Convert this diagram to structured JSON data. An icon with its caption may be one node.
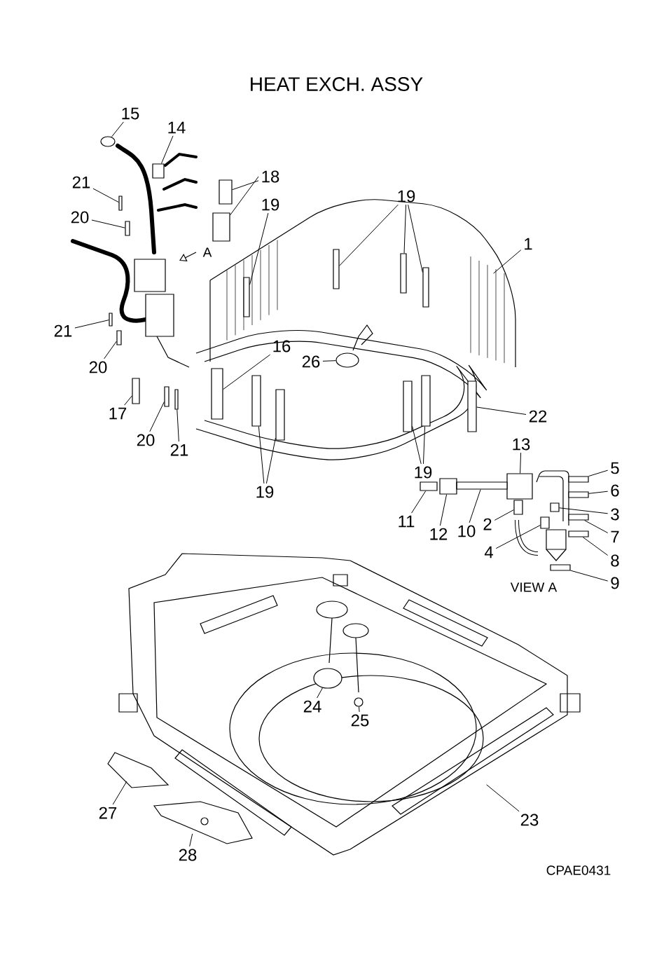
{
  "diagram": {
    "title": "HEAT EXCH. ASSY",
    "nodes": [
      {
        "text": [
          "15"
        ]
      },
      {
        "text": [
          "14"
        ]
      },
      {
        "text": [
          "18"
        ]
      },
      {
        "text": [
          "21"
        ]
      },
      {
        "text": [
          "19"
        ]
      },
      {
        "text": [
          "19"
        ]
      },
      {
        "text": [
          "20"
        ]
      },
      {
        "text": [
          "1"
        ]
      },
      {
        "text": [
          "21"
        ]
      },
      {
        "text": [
          "16"
        ]
      },
      {
        "text": [
          "26"
        ]
      },
      {
        "text": [
          "20"
        ]
      },
      {
        "text": [
          "17"
        ]
      },
      {
        "text": [
          "22"
        ]
      },
      {
        "text": [
          "20"
        ]
      },
      {
        "text": [
          "13"
        ]
      },
      {
        "text": [
          "21"
        ]
      },
      {
        "text": [
          "5"
        ]
      },
      {
        "text": [
          "19"
        ]
      },
      {
        "text": [
          "6"
        ]
      },
      {
        "text": [
          "19"
        ]
      },
      {
        "text": [
          "3"
        ]
      },
      {
        "text": [
          "11"
        ]
      },
      {
        "text": [
          "2"
        ]
      },
      {
        "text": [
          "10"
        ]
      },
      {
        "text": [
          "12"
        ]
      },
      {
        "text": [
          "7"
        ]
      },
      {
        "text": [
          "4"
        ]
      },
      {
        "text": [
          "8"
        ]
      },
      {
        "text": [
          "9"
        ]
      },
      {
        "text": [
          "24"
        ]
      },
      {
        "text": [
          "25"
        ]
      },
      {
        "text": [
          "27"
        ]
      },
      {
        "text": [
          "23"
        ]
      },
      {
        "text": [
          "28"
        ]
      },
      {
        "text": [],
        "shape": "circle"
      },
      {
        "text": [],
        "shape": "box"
      },
      {
        "text": [],
        "shape": "box"
      },
      {
        "text": [],
        "shape": "box"
      },
      {
        "text": [],
        "shape": "bar"
      },
      {
        "text": [],
        "shape": "bar"
      },
      {
        "text": [],
        "shape": "bar"
      },
      {
        "text": [],
        "shape": "bar"
      },
      {
        "text": [],
        "shape": "bar"
      },
      {
        "text": [],
        "shape": "bar"
      },
      {
        "text": [],
        "shape": "bar"
      },
      {
        "text": [],
        "shape": "box"
      },
      {
        "text": [],
        "shape": "circle"
      },
      {
        "text": [],
        "shape": "bar"
      },
      {
        "text": [],
        "shape": "box"
      },
      {
        "text": [],
        "shape": "bar"
      },
      {
        "text": [],
        "shape": "bar"
      },
      {
        "text": [],
        "shape": "box"
      },
      {
        "text": [],
        "shape": "bar"
      },
      {
        "text": [],
        "shape": "bar"
      },
      {
        "text": [],
        "shape": "bar"
      },
      {
        "text": [],
        "shape": "bar"
      },
      {
        "text": [],
        "shape": "bar"
      },
      {
        "text": [],
        "shape": "bar"
      },
      {
        "text": [],
        "shape": "bar"
      },
      {
        "text": [],
        "shape": "box"
      },
      {
        "text": [],
        "shape": "box"
      },
      {
        "text": [],
        "shape": "box"
      },
      {
        "text": [],
        "shape": "bar"
      },
      {
        "text": [],
        "shape": "box"
      },
      {
        "text": [],
        "shape": "bar"
      },
      {
        "text": [],
        "shape": "box"
      },
      {
        "text": [],
        "shape": "bar"
      },
      {
        "text": [],
        "shape": "bar"
      },
      {
        "text": [],
        "shape": "circle"
      },
      {
        "text": [],
        "shape": "circle"
      }
    ],
    "edges": [
      {
        "from": 0,
        "to": 35,
        "arrow": "none"
      },
      {
        "from": 1,
        "to": 36,
        "arrow": "none"
      },
      {
        "from": 2,
        "to": 37,
        "arrow": "none"
      },
      {
        "from": 2,
        "to": 38,
        "arrow": "none"
      },
      {
        "from": 3,
        "to": 39,
        "arrow": "none"
      },
      {
        "from": 4,
        "to": 40,
        "arrow": "none"
      },
      {
        "from": 5,
        "to": 41,
        "arrow": "none"
      },
      {
        "from": 5,
        "to": 42,
        "arrow": "none"
      },
      {
        "from": 5,
        "to": 43,
        "arrow": "none"
      },
      {
        "from": 6,
        "to": 44,
        "arrow": "none"
      },
      {
        "from": 7,
        "to": null,
        "arrow": "none"
      },
      {
        "from": 8,
        "to": 45,
        "arrow": "none"
      },
      {
        "from": 9,
        "to": 46,
        "arrow": "none"
      },
      {
        "from": 10,
        "to": 47,
        "arrow": "none"
      },
      {
        "from": 11,
        "to": 48,
        "arrow": "none"
      },
      {
        "from": 12,
        "to": 49,
        "arrow": "none"
      },
      {
        "from": 13,
        "to": 50,
        "arrow": "none"
      },
      {
        "from": 14,
        "to": 51,
        "arrow": "none"
      },
      {
        "from": 15,
        "to": 52,
        "arrow": "none"
      },
      {
        "from": 16,
        "to": 53,
        "arrow": "none"
      },
      {
        "from": 17,
        "to": 54,
        "arrow": "none"
      },
      {
        "from": 18,
        "to": 55,
        "arrow": "none"
      },
      {
        "from": 18,
        "to": 56,
        "arrow": "none"
      },
      {
        "from": 19,
        "to": 57,
        "arrow": "none"
      },
      {
        "from": 20,
        "to": 58,
        "arrow": "none"
      },
      {
        "from": 20,
        "to": 59,
        "arrow": "none"
      },
      {
        "from": 21,
        "to": 60,
        "arrow": "none"
      },
      {
        "from": 22,
        "to": 61,
        "arrow": "none"
      },
      {
        "from": 23,
        "to": 62,
        "arrow": "none"
      },
      {
        "from": 24,
        "to": 63,
        "arrow": "none"
      },
      {
        "from": 25,
        "to": 64,
        "arrow": "none"
      },
      {
        "from": 26,
        "to": 65,
        "arrow": "none"
      },
      {
        "from": 27,
        "to": 66,
        "arrow": "none"
      },
      {
        "from": 28,
        "to": 67,
        "arrow": "none"
      },
      {
        "from": 29,
        "to": 68,
        "arrow": "none"
      },
      {
        "from": 30,
        "to": 69,
        "arrow": "none"
      },
      {
        "from": 31,
        "to": 70,
        "arrow": "none"
      },
      {
        "from": 32,
        "to": null,
        "arrow": "none"
      },
      {
        "from": 33,
        "to": null,
        "arrow": "none"
      },
      {
        "from": 34,
        "to": null,
        "arrow": "none"
      }
    ],
    "labels": [
      "A",
      "VIEW A",
      "CPAE0431"
    ]
  }
}
